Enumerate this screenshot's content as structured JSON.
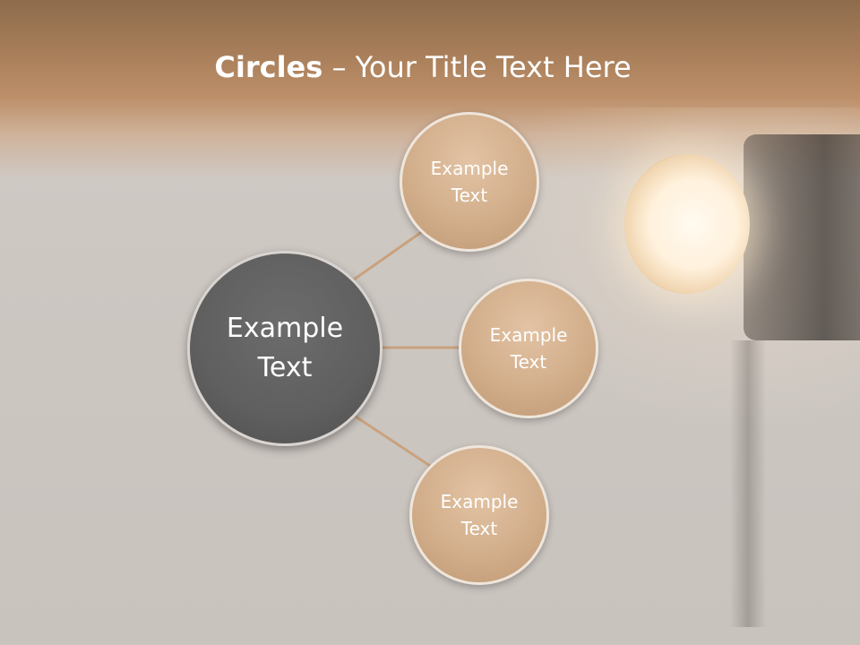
{
  "title": {
    "bold": "Circles",
    "rest": " – Your Title Text Here"
  },
  "diagram": {
    "center": {
      "label": "Example\nText"
    },
    "nodes": [
      {
        "label": "Example\nText"
      },
      {
        "label": "Example\nText"
      },
      {
        "label": "Example\nText"
      }
    ]
  },
  "colors": {
    "header_band": "#a47b57",
    "center_fill": "#5f5f5f",
    "node_fill": "#d2ae8b",
    "connector": "#c9a27e",
    "text": "#ffffff"
  }
}
